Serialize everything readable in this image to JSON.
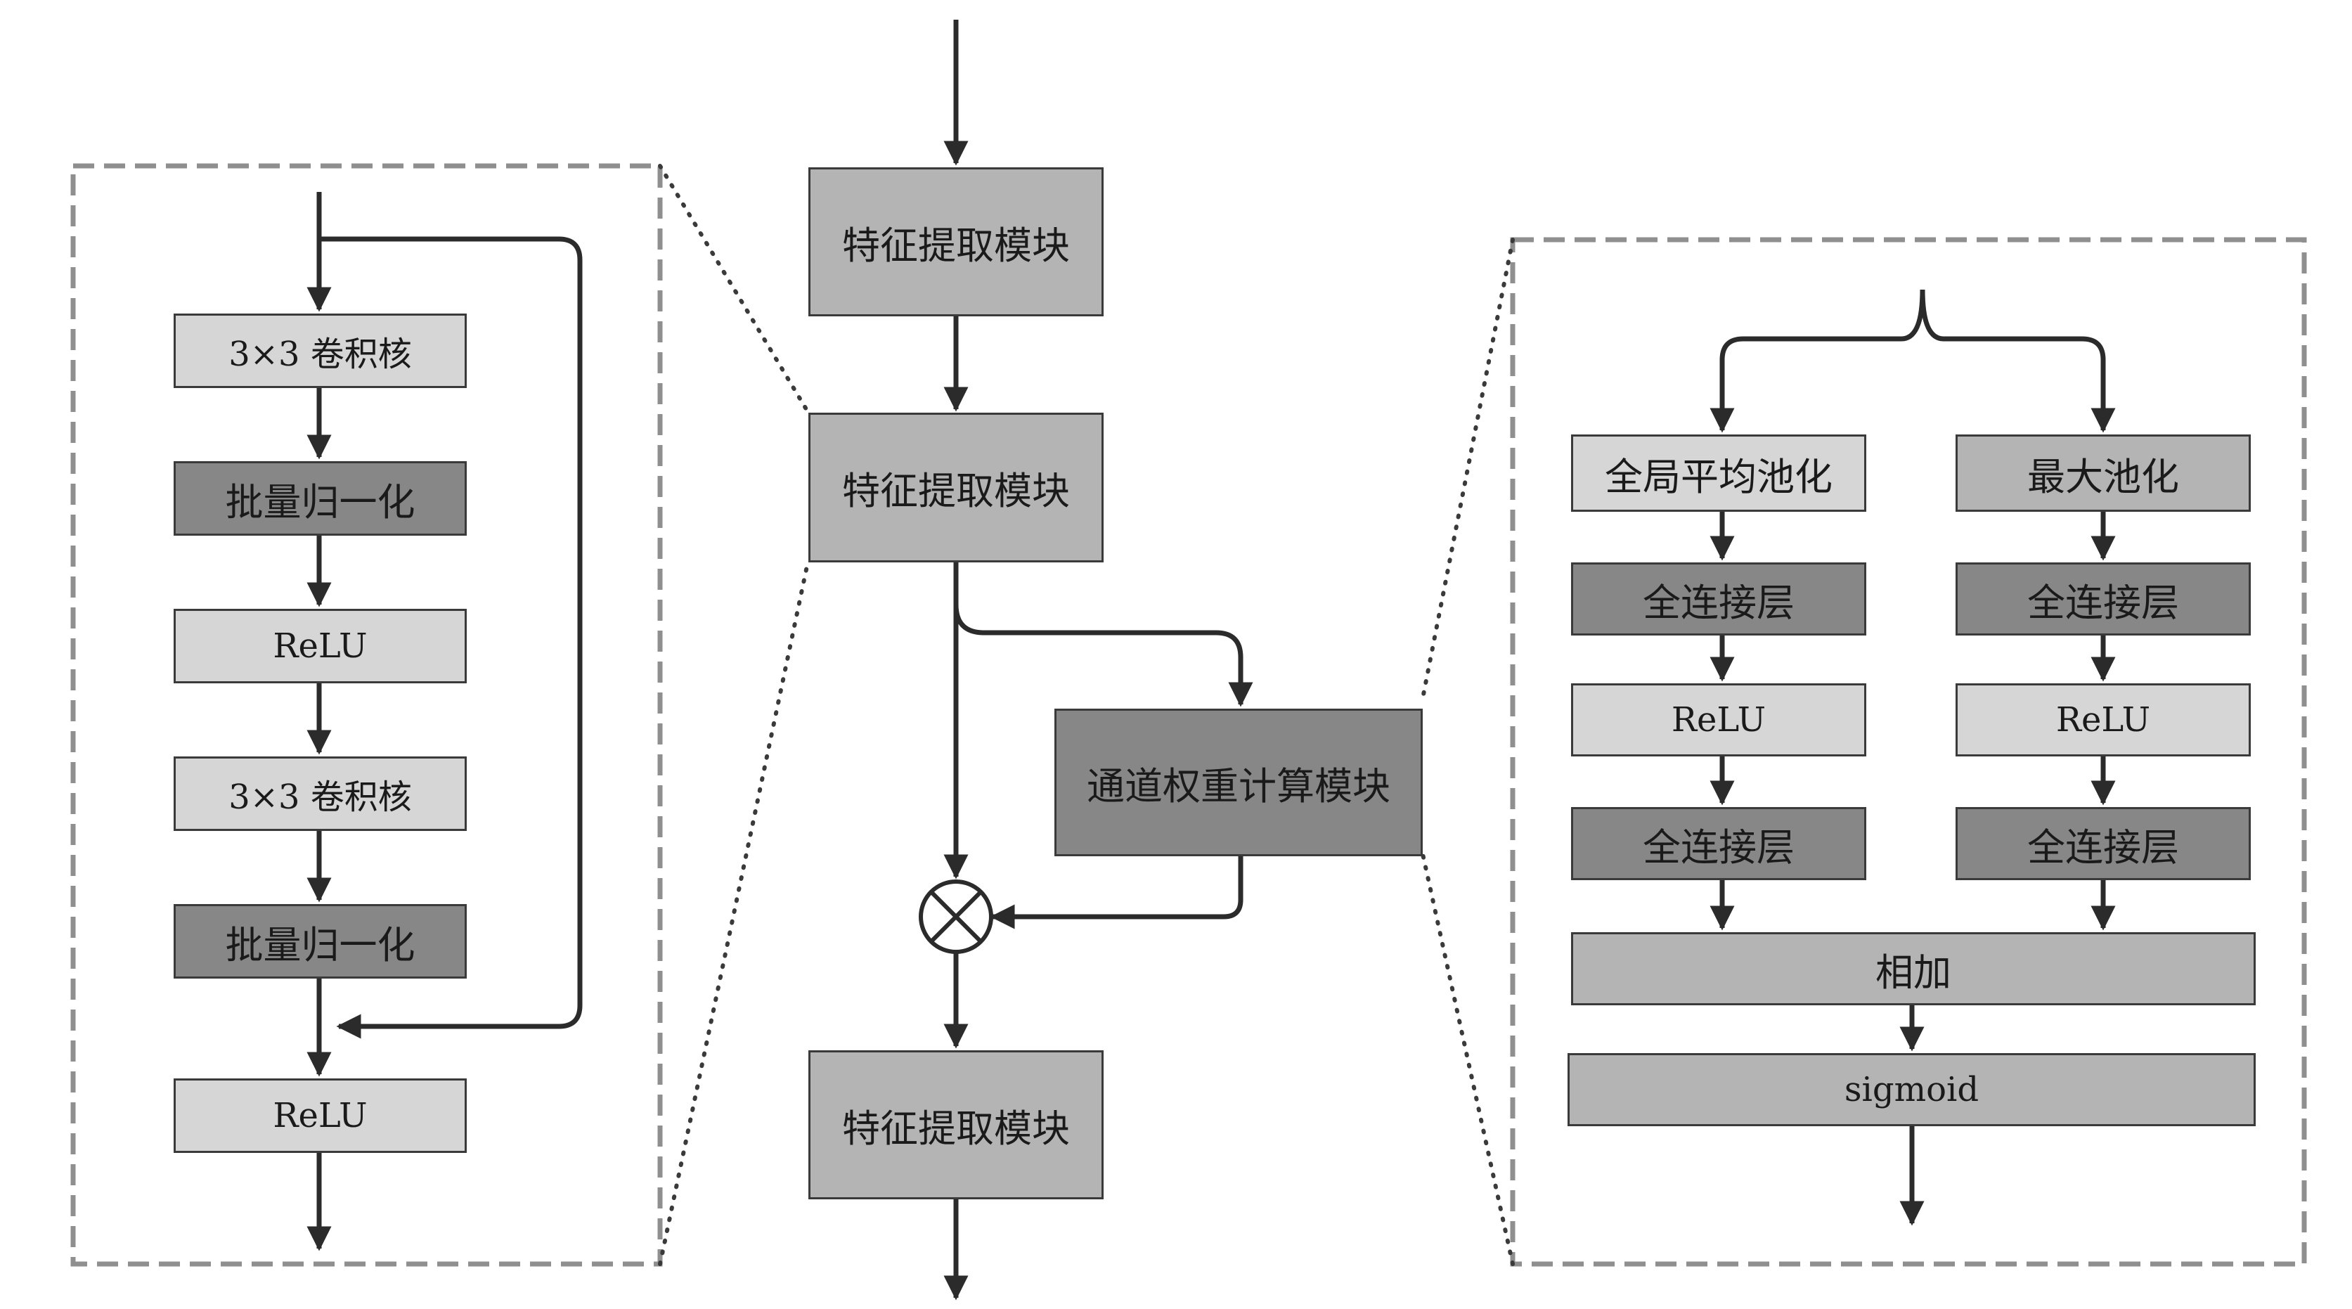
{
  "diagram": {
    "residual_block": {
      "conv_1": "3×3 卷积核",
      "bn_1": "批量归一化",
      "relu_1": "ReLU",
      "conv_2": "3×3 卷积核",
      "bn_2": "批量归一化",
      "relu_2": "ReLU"
    },
    "main_flow": {
      "feature_1": "特征提取模块",
      "feature_2": "特征提取模块",
      "channel_weight": "通道权重计算模块",
      "feature_3": "特征提取模块"
    },
    "channel_attention": {
      "avg_pool": "全局平均池化",
      "max_pool": "最大池化",
      "left_fc_1": "全连接层",
      "left_relu": "ReLU",
      "left_fc_2": "全连接层",
      "right_fc_1": "全连接层",
      "right_relu": "ReLU",
      "right_fc_2": "全连接层",
      "add": "相加",
      "sigmoid": "sigmoid"
    }
  }
}
